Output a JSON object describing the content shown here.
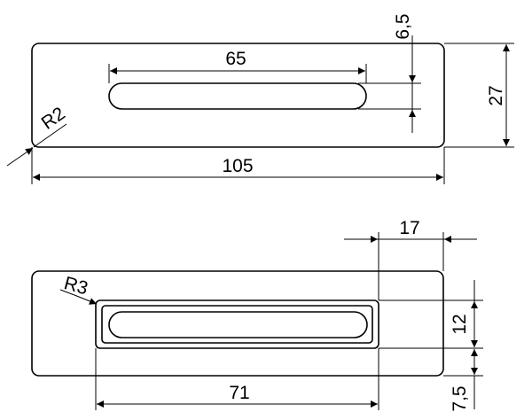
{
  "top_view": {
    "slot_length": "65",
    "slot_offset": "6,5",
    "plate_height": "27",
    "corner_radius": "R2",
    "plate_length": "105"
  },
  "bottom_view": {
    "edge_offset": "17",
    "corner_radius": "R3",
    "recess_height": "12",
    "recess_length": "71",
    "bottom_offset": "7,5"
  },
  "colors": {
    "line": "#000000",
    "background": "#ffffff"
  }
}
